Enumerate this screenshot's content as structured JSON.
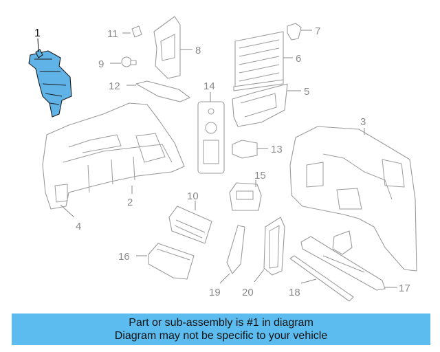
{
  "diagram": {
    "callouts": [
      "1",
      "2",
      "3",
      "4",
      "5",
      "6",
      "7",
      "8",
      "9",
      "10",
      "11",
      "12",
      "13",
      "14",
      "15",
      "16",
      "17",
      "18",
      "19",
      "20"
    ],
    "highlight_fill": "#5fb3e6",
    "line_color": "#9a9a9a"
  },
  "banner": {
    "line1": "Part or sub-assembly is #1 in diagram",
    "line2": "Diagram may not be specific to your vehicle",
    "background": "#5cbcf0"
  }
}
